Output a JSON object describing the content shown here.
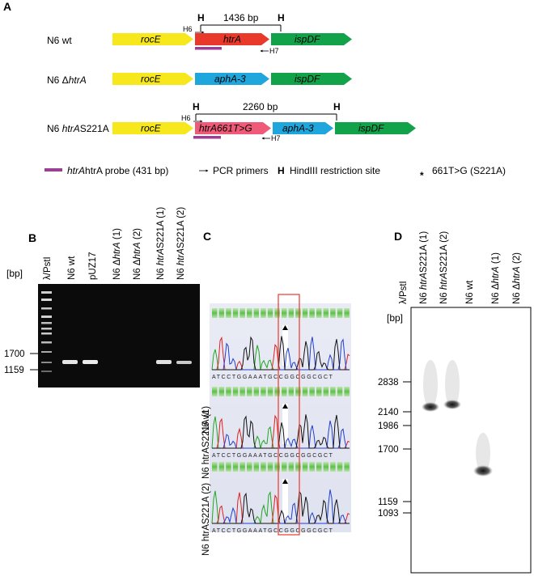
{
  "panel_a": {
    "letter": "A",
    "rows": [
      {
        "label_prefix": "N6 ",
        "label_italic": "",
        "label_suffix": "wt"
      },
      {
        "label_prefix": "N6 Δ",
        "label_italic": "htrA",
        "label_suffix": ""
      },
      {
        "label_prefix": "N6 ",
        "label_italic": "htrA",
        "label_suffix": "S221A"
      }
    ],
    "genes": {
      "rocE": "rocE",
      "htrA": "htrA",
      "ispDF": "ispDF",
      "aphA3": "aphA-3",
      "htrA_mut": "htrA661T>G"
    },
    "restriction_mark": "H",
    "wt_fragment": "1436 bp",
    "mut_fragment": "2260 bp",
    "primer_fwd": "H6",
    "primer_rev": "H7",
    "mutation_mark": "*",
    "legend": {
      "probe": "htrA probe (431 bp)",
      "primers": "PCR primers",
      "hind_letter": "H",
      "hind_text": "HindIII restriction site",
      "star": "*",
      "mutation": "661T>G (S221A)"
    },
    "colors": {
      "rocE": "#f7e81e",
      "htrA": "#e8392b",
      "ispDF": "#12a24a",
      "aphA3": "#1fa6dc",
      "htrA_mut": "#ef5a78",
      "probe": "#9b3f93"
    }
  },
  "panel_b": {
    "letter": "B",
    "unit": "[bp]",
    "lanes": [
      "λ/PstI",
      "N6 wt",
      "pUZ17",
      "N6 ΔhtrA (1)",
      "N6 ΔhtrA (2)",
      "N6 htrAS221A (1)",
      "N6 htrAS221A (2)"
    ],
    "markers": [
      "1700",
      "1159"
    ]
  },
  "panel_c": {
    "letter": "C",
    "samples": [
      "N6 htrAS221A (1)",
      "N6 wt",
      "N6 htrAS221A (2)"
    ],
    "sequence": "ATCCTGGAAATGCCGGCGGCGCT"
  },
  "panel_d": {
    "letter": "D",
    "unit": "[bp]",
    "lanes": [
      "λ/PstI",
      "N6 htrAS221A (1)",
      "N6 htrAS221A (2)",
      "N6 wt",
      "N6 ΔhtrA (1)",
      "N6 ΔhtrA (2)"
    ],
    "markers": [
      "2838",
      "2140",
      "1986",
      "1700",
      "1159",
      "1093"
    ]
  }
}
